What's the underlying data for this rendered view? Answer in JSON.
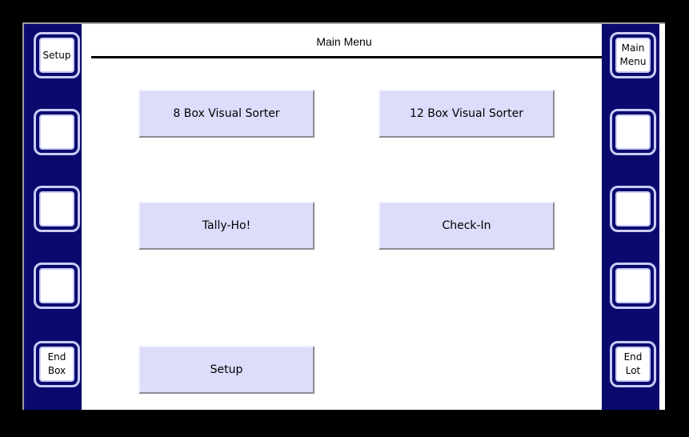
{
  "header": {
    "title": "Main Menu"
  },
  "left_softkeys": [
    "Setup",
    "",
    "",
    "",
    "End\nBox"
  ],
  "right_softkeys": [
    "Main\nMenu",
    "",
    "",
    "",
    "End\nLot"
  ],
  "menu": {
    "btn_8box": "8 Box Visual Sorter",
    "btn_12box": "12 Box Visual Sorter",
    "btn_tally": "Tally-Ho!",
    "btn_checkin": "Check-In",
    "btn_setup": "Setup"
  },
  "colors": {
    "side_panel": "#0a0a6e",
    "button_face": "#dcdcfb",
    "softkey_border": "#c9cbf6"
  }
}
